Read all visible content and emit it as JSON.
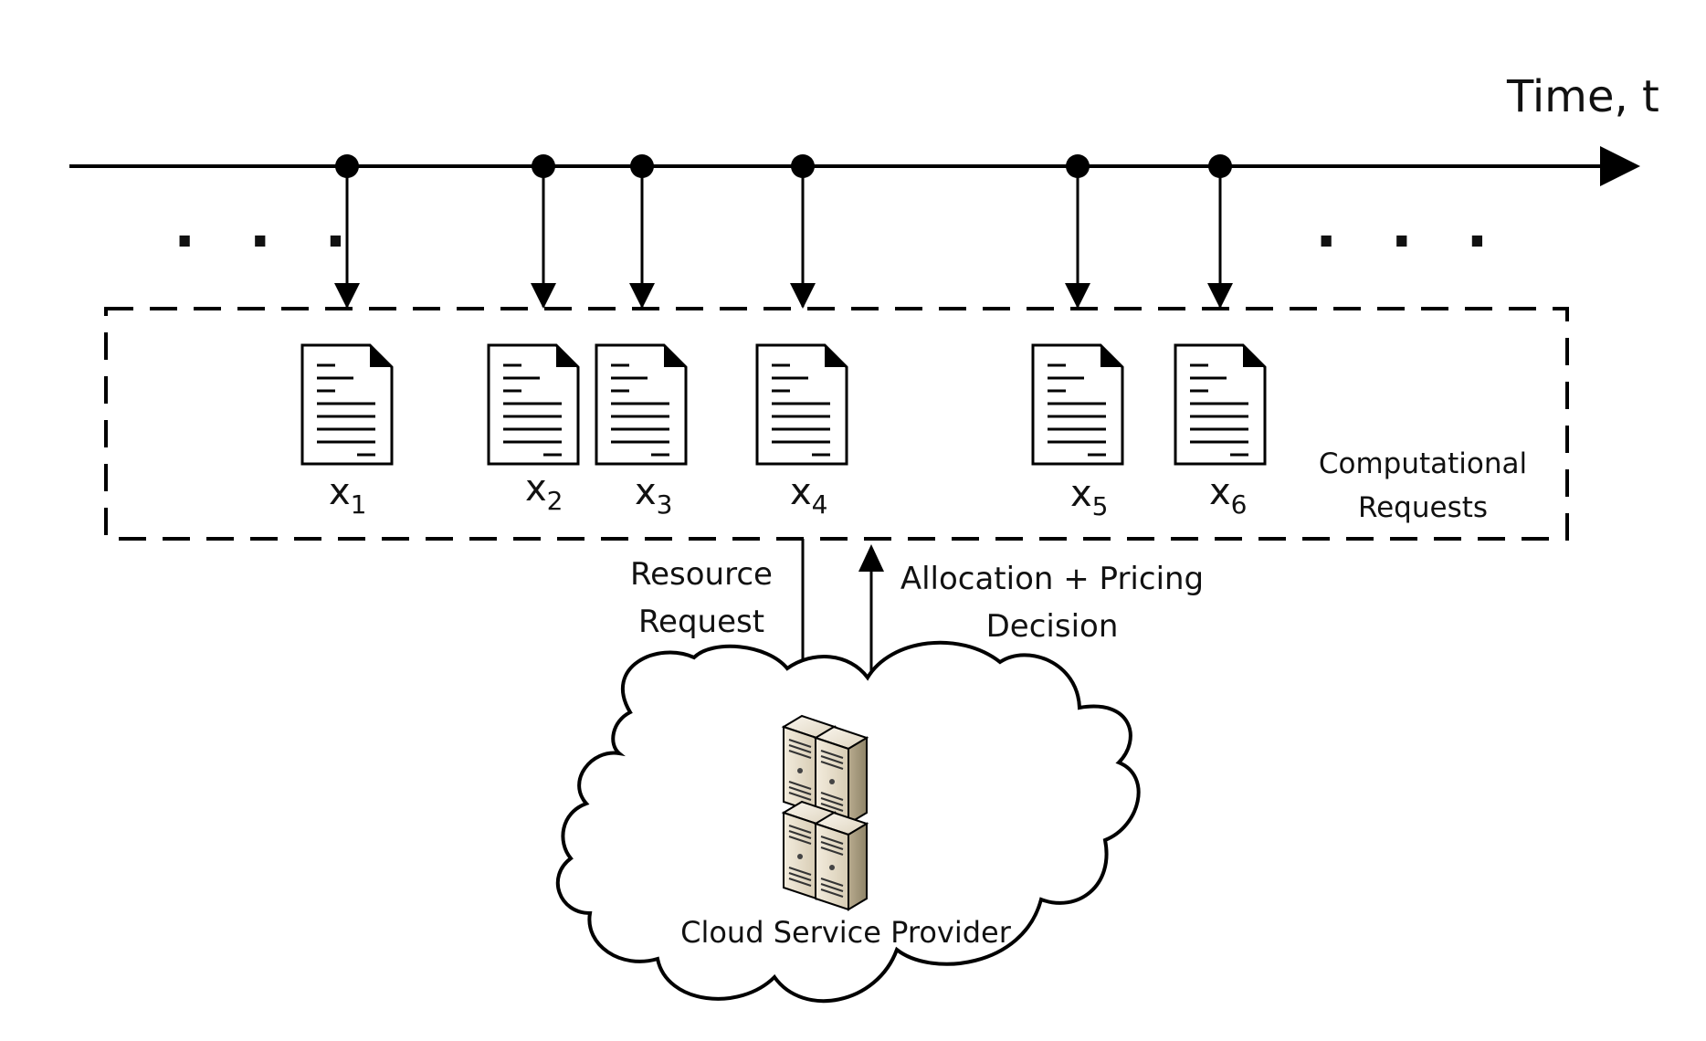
{
  "time_axis": {
    "label": "Time, t",
    "left_ellipsis": ". . .",
    "right_ellipsis": ". . ."
  },
  "requests": [
    {
      "main": "x",
      "sub": "1"
    },
    {
      "main": "x",
      "sub": "2"
    },
    {
      "main": "x",
      "sub": "3"
    },
    {
      "main": "x",
      "sub": "4"
    },
    {
      "main": "x",
      "sub": "5"
    },
    {
      "main": "x",
      "sub": "6"
    }
  ],
  "request_box": {
    "label_line1": "Computational",
    "label_line2": "Requests"
  },
  "flows": {
    "resource_request_line1": "Resource",
    "resource_request_line2": "Request",
    "allocation_line1": "Allocation + Pricing",
    "allocation_line2": "Decision"
  },
  "cloud": {
    "label": "Cloud Service Provider"
  },
  "colors": {
    "line": "#000000",
    "server_light": "#efe8d8",
    "server_mid": "#cdbf9f",
    "server_dark": "#8f8468"
  }
}
